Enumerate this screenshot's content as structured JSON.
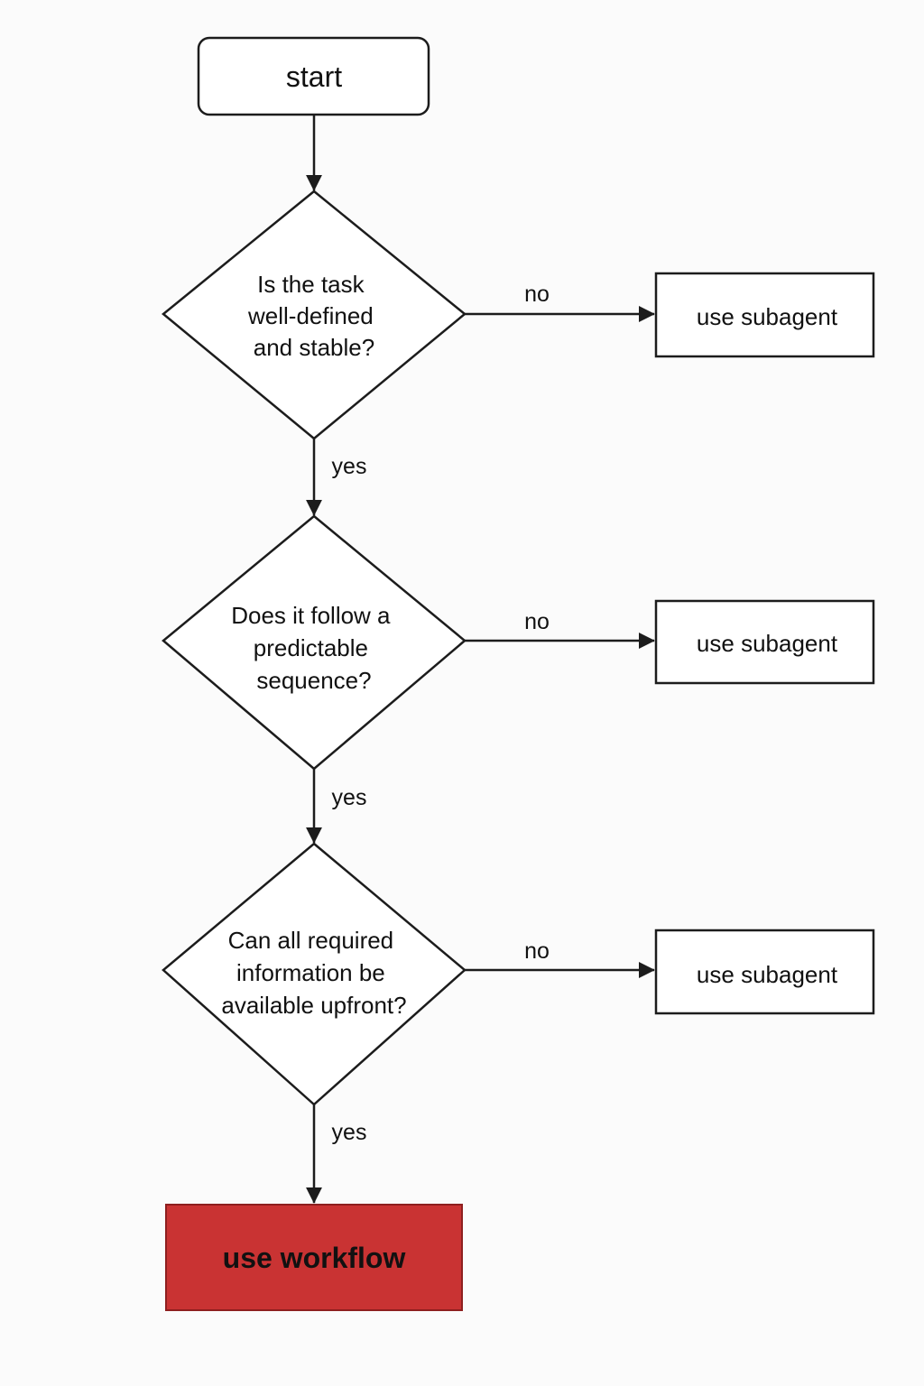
{
  "colors": {
    "background": "#fbfbfb",
    "stroke": "#1c1c1c",
    "terminal_fill": "#c93333",
    "terminal_border": "#8e1f1f",
    "text": "#111111"
  },
  "nodes": {
    "start": {
      "label": "start"
    },
    "q1": {
      "lines": [
        "Is the task",
        "well-defined",
        "and stable?"
      ]
    },
    "q2": {
      "lines": [
        "Does it follow a",
        "predictable",
        "sequence?"
      ]
    },
    "q3": {
      "lines": [
        "Can all required",
        "information be",
        "available upfront?"
      ]
    },
    "sub1": {
      "label": "use subagent"
    },
    "sub2": {
      "label": "use subagent"
    },
    "sub3": {
      "label": "use subagent"
    },
    "end": {
      "label": "use workflow"
    }
  },
  "edges": {
    "q1_no": "no",
    "q1_yes": "yes",
    "q2_no": "no",
    "q2_yes": "yes",
    "q3_no": "no",
    "q3_yes": "yes"
  }
}
